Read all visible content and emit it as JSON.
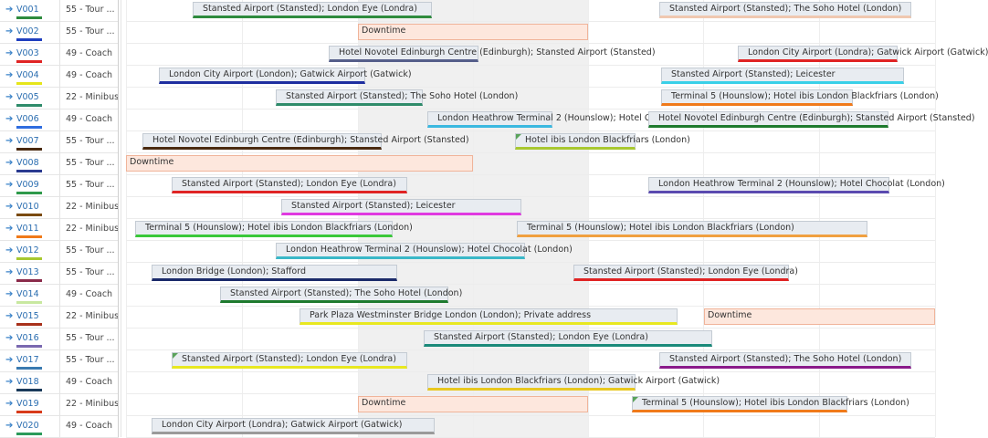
{
  "vehicles": [
    {
      "code": "V001",
      "type": "55 - Tour ...",
      "color": "#2e8b3e"
    },
    {
      "code": "V002",
      "type": "55 - Tour ...",
      "color": "#1f3fbf"
    },
    {
      "code": "V003",
      "type": "49 - Coach",
      "color": "#e02424"
    },
    {
      "code": "V004",
      "type": "49 - Coach",
      "color": "#e6e61a"
    },
    {
      "code": "V005",
      "type": "22 - Minibus",
      "color": "#2e8b6a"
    },
    {
      "code": "V006",
      "type": "49 - Coach",
      "color": "#2f6de0"
    },
    {
      "code": "V007",
      "type": "55 - Tour ...",
      "color": "#4a2a10"
    },
    {
      "code": "V008",
      "type": "55 - Tour ...",
      "color": "#2a3a8f"
    },
    {
      "code": "V009",
      "type": "55 - Tour ...",
      "color": "#2e9a4a"
    },
    {
      "code": "V010",
      "type": "22 - Minibus",
      "color": "#7a4a10"
    },
    {
      "code": "V011",
      "type": "22 - Minibus",
      "color": "#f07a1a"
    },
    {
      "code": "V012",
      "type": "55 - Tour ...",
      "color": "#a8c830"
    },
    {
      "code": "V013",
      "type": "55 - Tour ...",
      "color": "#8a2a4a"
    },
    {
      "code": "V014",
      "type": "49 - Coach",
      "color": "#c8e8a0"
    },
    {
      "code": "V015",
      "type": "22 - Minibus",
      "color": "#a8301a"
    },
    {
      "code": "V016",
      "type": "55 - Tour ...",
      "color": "#7a68b0"
    },
    {
      "code": "V017",
      "type": "55 - Tour ...",
      "color": "#3a7ab0"
    },
    {
      "code": "V018",
      "type": "49 - Coach",
      "color": "#1a3a5a"
    },
    {
      "code": "V019",
      "type": "22 - Minibus",
      "color": "#d83a1a"
    },
    {
      "code": "V020",
      "type": "49 - Coach",
      "color": "#2a9a5a"
    }
  ],
  "bookings": [
    {
      "row": 0,
      "label": "Stansted Airport (Stansted); London Eye (Londra)",
      "color": "#2e8b3e",
      "kind": "trip"
    },
    {
      "row": 0,
      "label": "Stansted Airport (Stansted); The Soho Hotel (London)",
      "color": "#f0c8b0",
      "kind": "trip"
    },
    {
      "row": 1,
      "label": "Downtime",
      "kind": "downtime"
    },
    {
      "row": 2,
      "label": "Hotel Novotel Edinburgh Centre (Edinburgh); Stansted Airport (Stansted)",
      "color": "#555e8a",
      "kind": "trip"
    },
    {
      "row": 2,
      "label": "London City Airport (Londra); Gatwick Airport (Gatwick)",
      "color": "#e02424",
      "kind": "trip"
    },
    {
      "row": 3,
      "label": "London City Airport (London); Gatwick Airport (Gatwick)",
      "color": "#1f2fa0",
      "kind": "trip"
    },
    {
      "row": 3,
      "label": "Stansted Airport (Stansted); Leicester",
      "color": "#3ad0e8",
      "kind": "trip"
    },
    {
      "row": 4,
      "label": "Stansted Airport (Stansted); The Soho Hotel (London)",
      "color": "#2e8b6a",
      "kind": "trip"
    },
    {
      "row": 4,
      "label": "Terminal 5 (Hounslow); Hotel ibis London Blackfriars (London)",
      "color": "#f07a1a",
      "kind": "trip"
    },
    {
      "row": 5,
      "label": "London Heathrow Terminal 2 (Hounslow); Hotel Chocolat (London)",
      "color": "#3ab8e0",
      "kind": "trip"
    },
    {
      "row": 5,
      "label": "Hotel Novotel Edinburgh Centre (Edinburgh); Stansted Airport (Stansted)",
      "color": "#1e7a2e",
      "kind": "trip"
    },
    {
      "row": 6,
      "label": "Hotel Novotel Edinburgh Centre (Edinburgh); Stansted Airport (Stansted)",
      "color": "#4a2a10",
      "kind": "trip"
    },
    {
      "row": 6,
      "label": "Hotel ibis London Blackfriars (London)",
      "color": "#a8c830",
      "kind": "trip",
      "flag": true
    },
    {
      "row": 7,
      "label": "Downtime",
      "kind": "downtime"
    },
    {
      "row": 8,
      "label": "Stansted Airport (Stansted); London Eye (Londra)",
      "color": "#e02424",
      "kind": "trip"
    },
    {
      "row": 8,
      "label": "London Heathrow Terminal 2 (Hounslow); Hotel Chocolat (London)",
      "color": "#5a4ab0",
      "kind": "trip"
    },
    {
      "row": 9,
      "label": "Stansted Airport (Stansted); Leicester",
      "color": "#e03ae0",
      "kind": "trip"
    },
    {
      "row": 10,
      "label": "Terminal 5 (Hounslow); Hotel ibis London Blackfriars (London)",
      "color": "#3ac83a",
      "kind": "trip"
    },
    {
      "row": 10,
      "label": "Terminal 5 (Hounslow); Hotel ibis London Blackfriars (London)",
      "color": "#f0a040",
      "kind": "trip"
    },
    {
      "row": 11,
      "label": "London Heathrow Terminal 2 (Hounslow); Hotel Chocolat (London)",
      "color": "#3ab8c8",
      "kind": "trip"
    },
    {
      "row": 12,
      "label": "London Bridge (London); Stafford",
      "color": "#1a2a6a",
      "kind": "trip"
    },
    {
      "row": 12,
      "label": "Stansted Airport (Stansted); London Eye (Londra)",
      "color": "#e02424",
      "kind": "trip"
    },
    {
      "row": 13,
      "label": "Stansted Airport (Stansted); The Soho Hotel (London)",
      "color": "#1e7a2e",
      "kind": "trip"
    },
    {
      "row": 14,
      "label": "Park Plaza Westminster Bridge London (London); Private address",
      "color": "#e8e820",
      "kind": "trip"
    },
    {
      "row": 14,
      "label": "Downtime",
      "kind": "downtime"
    },
    {
      "row": 15,
      "label": "Stansted Airport (Stansted); London Eye (Londra)",
      "color": "#1a8a7a",
      "kind": "trip"
    },
    {
      "row": 16,
      "label": "Stansted Airport (Stansted); London Eye (Londra)",
      "color": "#e8e820",
      "kind": "trip",
      "flag": true
    },
    {
      "row": 16,
      "label": "Stansted Airport (Stansted); The Soho Hotel (London)",
      "color": "#8a1a8a",
      "kind": "trip"
    },
    {
      "row": 17,
      "label": "Hotel ibis London Blackfriars (London); Gatwick Airport (Gatwick)",
      "color": "#e8c820",
      "kind": "trip"
    },
    {
      "row": 18,
      "label": "Downtime",
      "kind": "downtime"
    },
    {
      "row": 18,
      "label": "Terminal 5 (Hounslow); Hotel ibis London Blackfriars (London)",
      "color": "#f07a1a",
      "kind": "trip",
      "flag": true
    },
    {
      "row": 19,
      "label": "London City Airport (Londra); Gatwick Airport (Gatwick)",
      "color": "#9a9a9a",
      "kind": "trip"
    }
  ]
}
